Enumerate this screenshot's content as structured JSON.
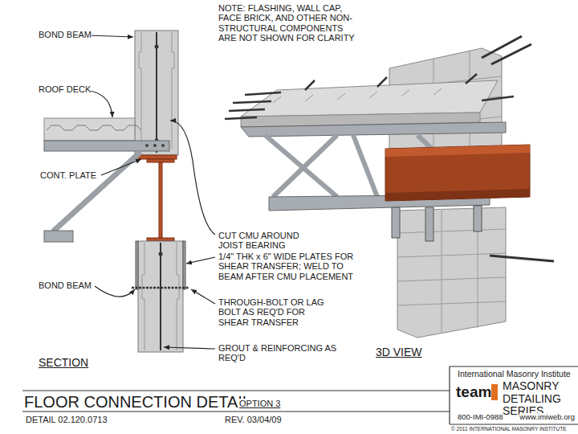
{
  "diagram": {
    "title": "FLOOR CONNECTION DETAIL",
    "labels": [
      "BOND BEAM",
      "ROOF DECK",
      "CONT. PLATE",
      "NOTE: FLASHING, WALL CAP, FACE BRICK, AND OTHER NON-STRUCTURAL COMPONENTS ARE NOT SHOWN FOR CLARITY",
      "CUT CMU AROUND JOIST BEARING",
      "1/4\" THK x 6\" WIDE PLATES FOR SHEAR TRANSFER; WELD TO BEAM AFTER CMU PLACEMENT",
      "BOND BEAM",
      "THROUGH-BOLT OR LAG BOLT AS REQ'D FOR SHEAR TRANSFER",
      "GROUT & REINFORCING AS REQ'D",
      "SECTION",
      "3D VIEW",
      "OPTION 3",
      "DETAIL 02.120.0713",
      "REV. 03/04/09",
      "International Masonry Institute",
      "team",
      "MASONRY DETAILING SERIES",
      "800-IMI-0988",
      "www.imiweb.org",
      "© 2011 INTERNATIONAL MASONRY INSTITUTE"
    ]
  }
}
